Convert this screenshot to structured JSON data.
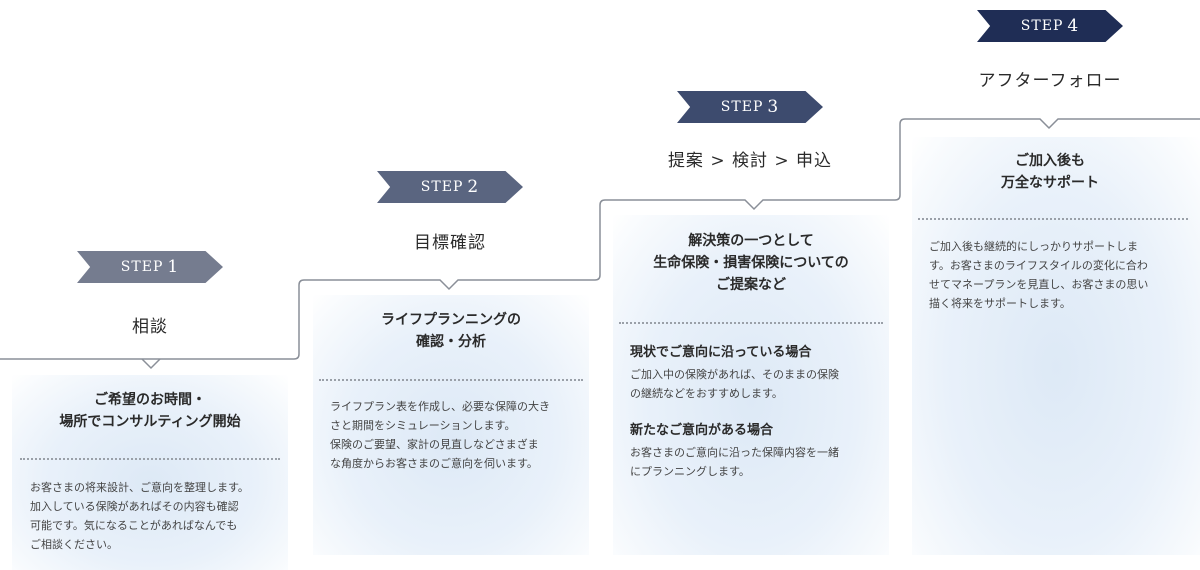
{
  "steps": [
    {
      "label": "STEP",
      "number": "1",
      "title": "相談",
      "heading": "ご希望のお時間・\n場所でコンサルティング開始",
      "body": "お客さまの将来設計、ご意向を整理します。\n加入している保険があればその内容も確認\n可能です。気になることがあればなんでも\nご相談ください。"
    },
    {
      "label": "STEP",
      "number": "2",
      "title": "目標確認",
      "heading": "ライフプランニングの\n確認・分析",
      "body": "ライフプラン表を作成し、必要な保障の大き\nさと期間をシミュレーションします。\n保険のご要望、家計の見直しなどさまざま\nな角度からお客さまのご意向を伺います。"
    },
    {
      "label": "STEP",
      "number": "3",
      "title": "提案 > 検討 > 申込",
      "heading": "解決策の一つとして\n生命保険・損害保険についての\nご提案など",
      "subs": [
        {
          "title": "現状でご意向に沿っている場合",
          "text": "ご加入中の保険があれば、そのままの保険\nの継続などをおすすめします。"
        },
        {
          "title": "新たなご意向がある場合",
          "text": "お客さまのご意向に沿った保障内容を一緒\nにプランニングします。"
        }
      ]
    },
    {
      "label": "STEP",
      "number": "4",
      "title": "アフターフォロー",
      "heading": "ご加入後も\n万全なサポート",
      "body": "ご加入後も継続的にしっかりサポートしま\nす。お客さまのライフスタイルの変化に合わ\nせてマネープランを見直し、お客さまの思い\n描く将来をサポートします。"
    }
  ],
  "colors": {
    "step1": "#757c8f",
    "step2": "#5a6580",
    "step3": "#3d4b6e",
    "step4": "#1f2d55",
    "line": "#8a8f98"
  }
}
